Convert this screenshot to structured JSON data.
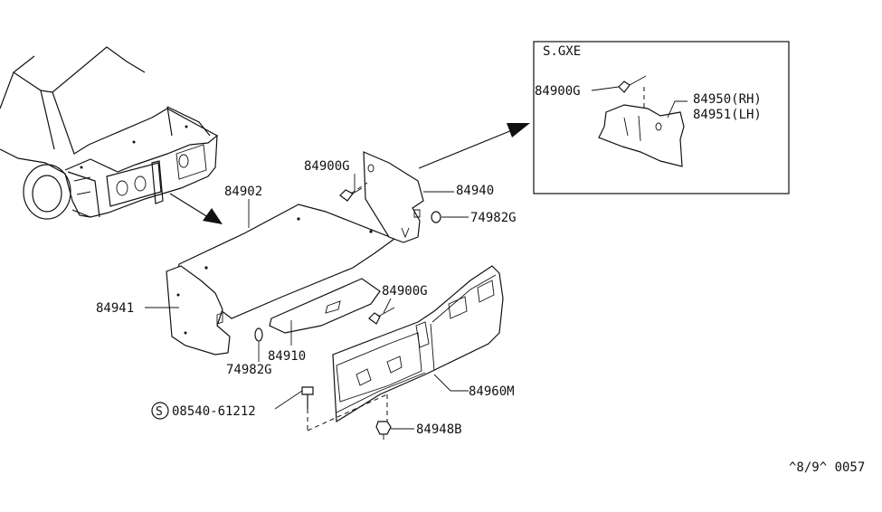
{
  "inset": {
    "title": "S.GXE"
  },
  "labels": {
    "p84902": "84902",
    "p84900g_top": "84900G",
    "p84940": "84940",
    "p74982g_right": "74982G",
    "p84941": "84941",
    "p84900g_mid": "84900G",
    "p84910": "84910",
    "p74982g_bottom": "74982G",
    "p84960m": "84960M",
    "p08540": "08540-61212",
    "p08540_symbol": "S",
    "p84948b": "84948B",
    "p84900g_inset": "84900G",
    "p84950": "84950(RH)",
    "p84951": "84951(LH)"
  },
  "footer": {
    "code": "^8/9^ 0057"
  }
}
